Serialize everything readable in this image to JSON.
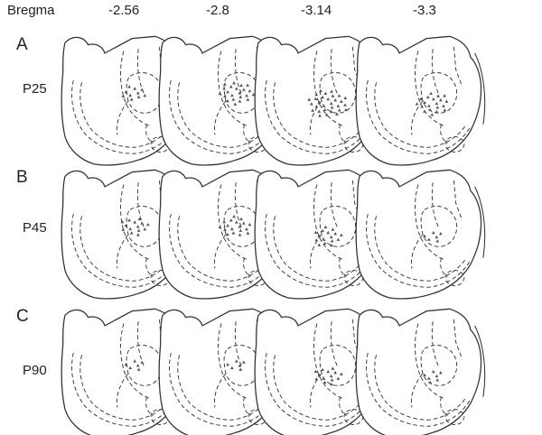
{
  "header": {
    "bregma_label": "Bregma",
    "levels": [
      "-2.56",
      "-2.8",
      "-3.14",
      "-3.3"
    ]
  },
  "rows": [
    {
      "panel": "A",
      "age": "P25"
    },
    {
      "panel": "B",
      "age": "P45"
    },
    {
      "panel": "C",
      "age": "P90"
    }
  ],
  "marker_counts": [
    [
      10,
      22,
      30,
      20
    ],
    [
      14,
      18,
      16,
      6
    ],
    [
      6,
      6,
      14,
      7
    ]
  ],
  "colors": {
    "outline": "#333333",
    "marker": "#555555",
    "background": "#ffffff"
  }
}
